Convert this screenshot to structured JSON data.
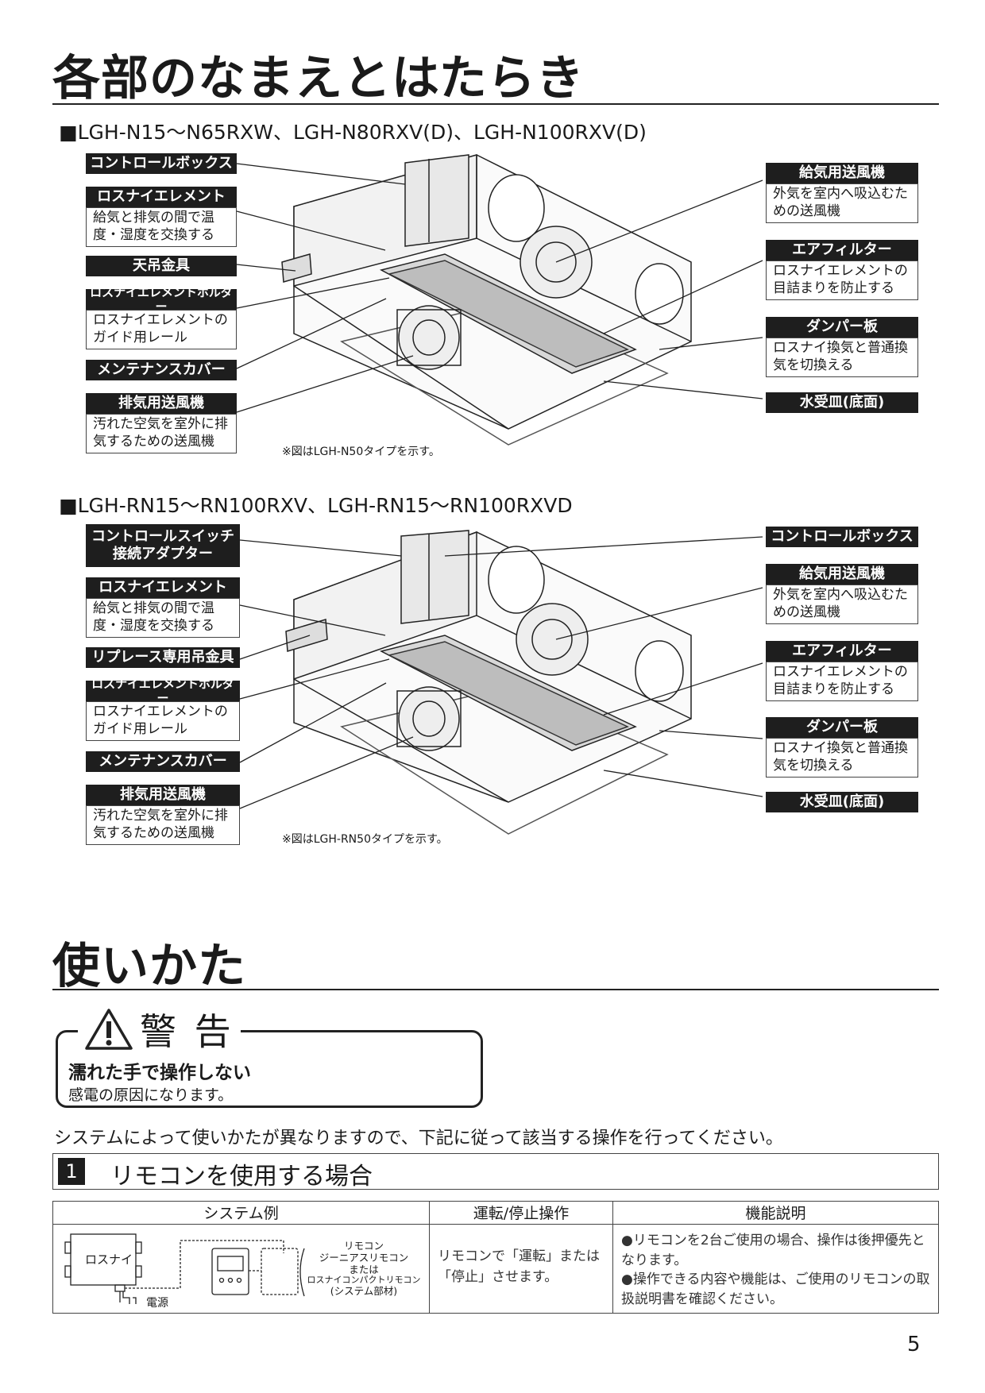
{
  "section_parts": {
    "title": "各部のなまえとはたらき",
    "model_heading_1": "■LGH-N15～N65RXW、LGH-N80RXV(D)、LGH-N100RXV(D)",
    "model_heading_2": "■LGH-RN15～RN100RXV、LGH-RN15～RN100RXVD",
    "diagram1": {
      "note": "※図はLGH-N50タイプを示す。",
      "left": [
        {
          "title": "コントロールボックス"
        },
        {
          "title": "ロスナイエレメント",
          "desc": "給気と排気の間で温度・湿度を交換する"
        },
        {
          "title": "天吊金具"
        },
        {
          "title": "ロスナイエレメントホルダー",
          "desc": "ロスナイエレメントのガイド用レール"
        },
        {
          "title": "メンテナンスカバー"
        },
        {
          "title": "排気用送風機",
          "desc": "汚れた空気を室外に排気するための送風機"
        }
      ],
      "right": [
        {
          "title": "給気用送風機",
          "desc": "外気を室内へ吸込むための送風機"
        },
        {
          "title": "エアフィルター",
          "desc": "ロスナイエレメントの目詰まりを防止する"
        },
        {
          "title": "ダンパー板",
          "desc": "ロスナイ換気と普通換気を切換える"
        },
        {
          "title": "水受皿(底面)"
        }
      ]
    },
    "diagram2": {
      "note": "※図はLGH-RN50タイプを示す。",
      "left": [
        {
          "title": "コントロールスイッチ接続アダプター"
        },
        {
          "title": "ロスナイエレメント",
          "desc": "給気と排気の間で温度・湿度を交換する"
        },
        {
          "title": "リプレース専用吊金具"
        },
        {
          "title": "ロスナイエレメントホルダー",
          "desc": "ロスナイエレメントのガイド用レール"
        },
        {
          "title": "メンテナンスカバー"
        },
        {
          "title": "排気用送風機",
          "desc": "汚れた空気を室外に排気するための送風機"
        }
      ],
      "right": [
        {
          "title": "コントロールボックス"
        },
        {
          "title": "給気用送風機",
          "desc": "外気を室内へ吸込むための送風機"
        },
        {
          "title": "エアフィルター",
          "desc": "ロスナイエレメントの目詰まりを防止する"
        },
        {
          "title": "ダンパー板",
          "desc": "ロスナイ換気と普通換気を切換える"
        },
        {
          "title": "水受皿(底面)"
        }
      ]
    }
  },
  "section_usage": {
    "title": "使いかた",
    "warning": {
      "label": "警 告",
      "heading": "濡れた手で操作しない",
      "text": "感電の原因になります。"
    },
    "intro": "システムによって使いかたが異なりますので、下記に従って該当する操作を行ってください。",
    "subsection": {
      "number": "1",
      "title": "リモコンを使用する場合"
    },
    "table": {
      "headers": [
        "システム例",
        "運転/停止操作",
        "機能説明"
      ],
      "system_example": {
        "unit_label": "ロスナイ",
        "power_label": "電源",
        "remote_label_lines": [
          "リモコン",
          "ジーニアスリモコン",
          "または",
          "ロスナイコンパクトリモコン",
          "(システム部材)"
        ]
      },
      "operation": "リモコンで「運転」または「停止」させます。",
      "functions": [
        "●リモコンを2台ご使用の場合、操作は後押優先となります。",
        "●操作できる内容や機能は、ご使用のリモコンの取扱説明書を確認ください。"
      ]
    }
  },
  "page_number": "5"
}
